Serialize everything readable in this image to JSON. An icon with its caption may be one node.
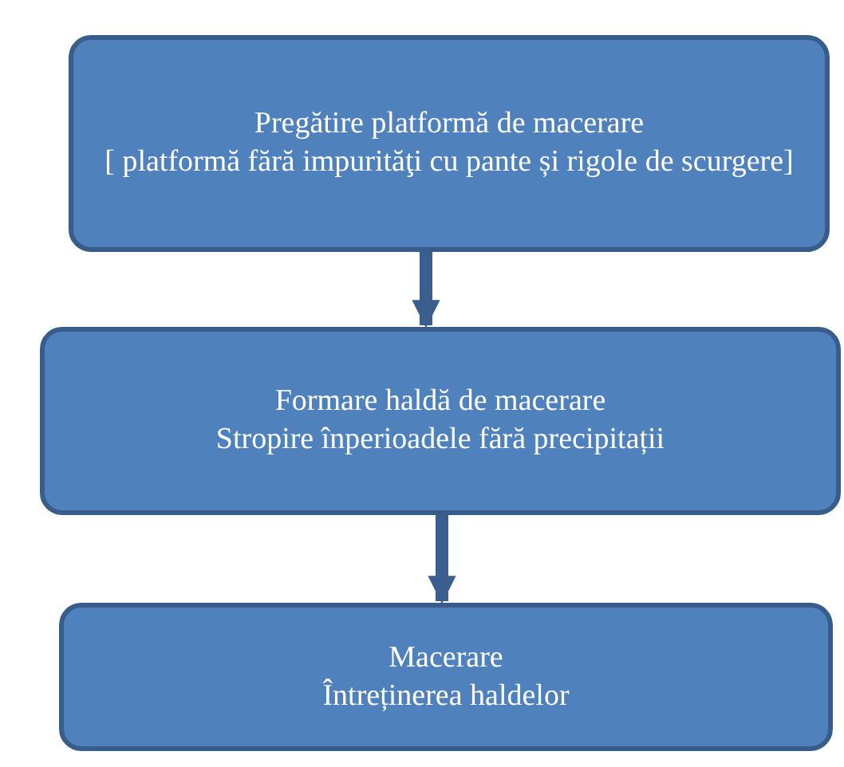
{
  "diagram": {
    "nodes": [
      {
        "text": [
          "Pregătire platformă de macerare",
          "[ platformă fără impurităţi cu pante și rigole de scurgere]"
        ]
      },
      {
        "text": [
          "Formare haldă de macerare",
          "Stropire înperioadele fără precipitații"
        ]
      },
      {
        "text": [
          "Macerare",
          "Întreținerea haldelor"
        ]
      }
    ],
    "edges": [
      {
        "from": 0,
        "to": 1,
        "arrow": "to"
      },
      {
        "from": 1,
        "to": 2,
        "arrow": "to"
      }
    ]
  }
}
